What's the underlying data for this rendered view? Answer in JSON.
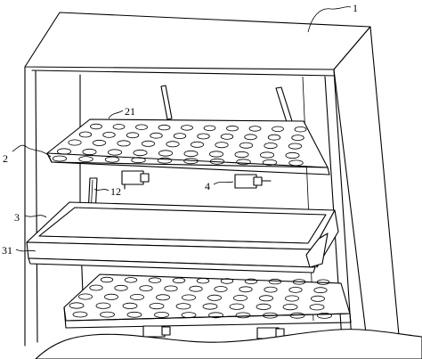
{
  "labels": {
    "cabinet": "1",
    "shelf": "2",
    "holes": "21",
    "drawer": "3",
    "drawer_rail": "31",
    "guide_rail": "12",
    "clamp": "4"
  }
}
